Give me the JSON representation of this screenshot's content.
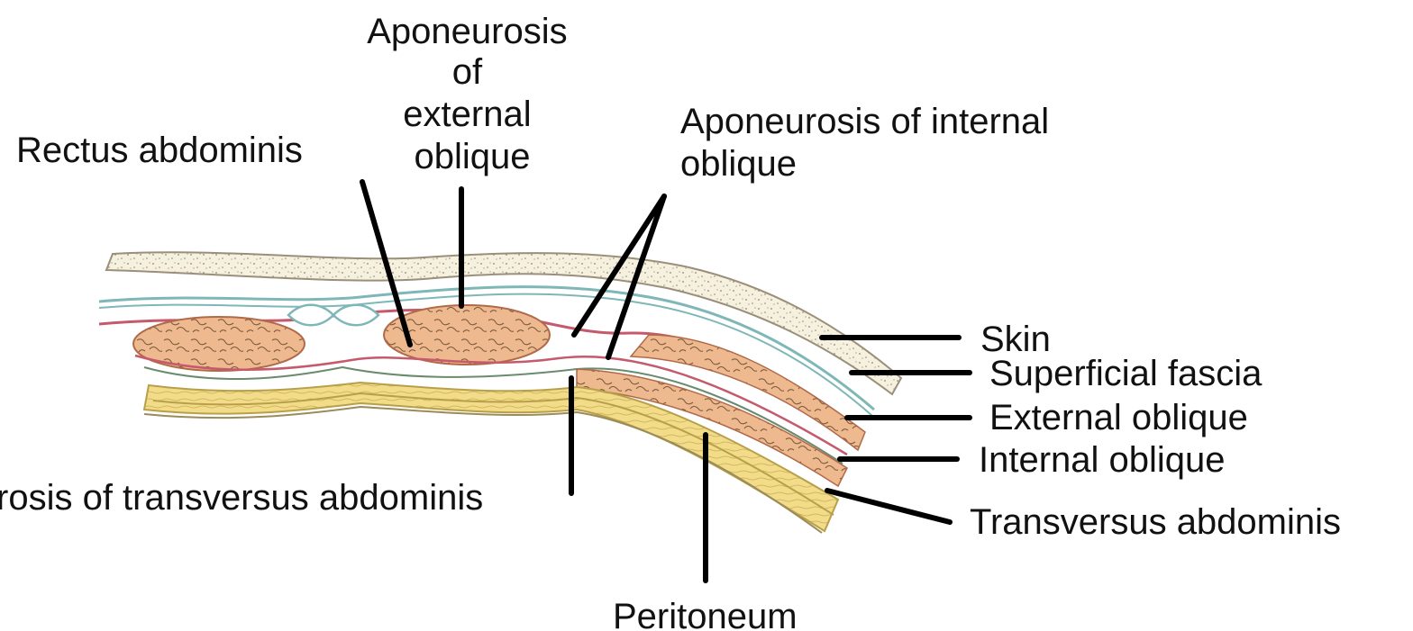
{
  "labels": {
    "aponeurosis_external_oblique": [
      "Aponeurosis",
      "of",
      "external",
      "oblique"
    ],
    "rectus_abdominis": "Rectus abdominis",
    "aponeurosis_internal_oblique": [
      "Aponeurosis of internal",
      "oblique"
    ],
    "skin": "Skin",
    "superficial_fascia": "Superficial fascia",
    "external_oblique": "External oblique",
    "internal_oblique": "Internal oblique",
    "transversus_abdominis": "Transversus abdominis",
    "aponeurosis_transversus": "rosis of transversus abdominis",
    "peritoneum": "Peritoneum"
  },
  "colors": {
    "skin_fill": "#f4efd9",
    "fascia_line": "#7fb7b8",
    "external_oblique_line": "#c45a6b",
    "muscle_fill": "#efb98f",
    "muscle_stroke": "#b06a49",
    "transversus_fill": "#f2dc8a",
    "transversus_stroke": "#b8a04a",
    "leader": "#000000",
    "text": "#111111"
  }
}
